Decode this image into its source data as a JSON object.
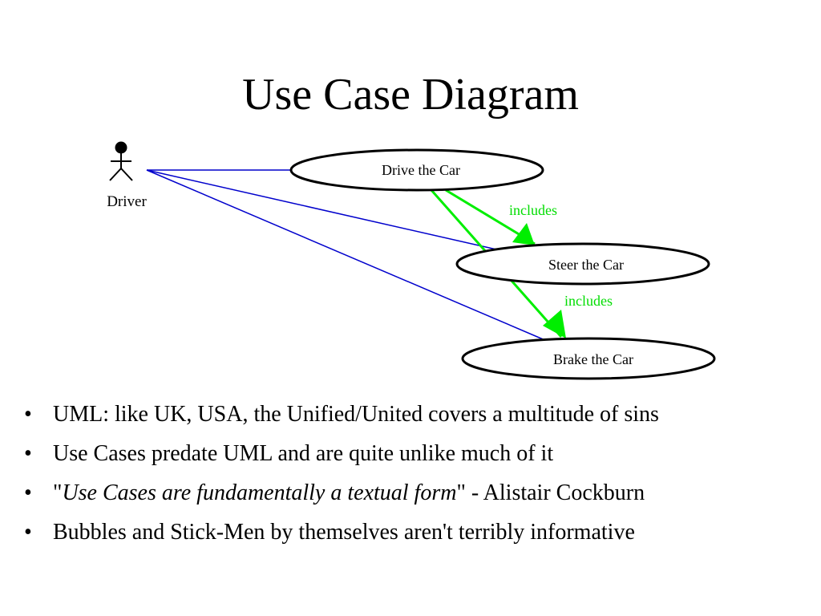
{
  "title": "Use Case Diagram",
  "diagram": {
    "actor": {
      "label": "Driver"
    },
    "use_cases": [
      {
        "id": "drive",
        "label": "Drive the Car"
      },
      {
        "id": "steer",
        "label": "Steer the Car"
      },
      {
        "id": "brake",
        "label": "Brake the Car"
      }
    ],
    "relations": [
      {
        "from": "drive",
        "to": "steer",
        "label": "includes"
      },
      {
        "from": "drive",
        "to": "brake",
        "label": "includes"
      }
    ],
    "colors": {
      "association": "#0000cc",
      "includes": "#00ee00",
      "includes_label": "#00dd00"
    }
  },
  "bullets": {
    "b1": "UML: like UK, USA, the Unified/United covers a multitude of sins",
    "b2": "Use Cases predate UML and are quite unlike much of it",
    "b3_open_quote": "\"",
    "b3_italic": "Use Cases are fundamentally a textual form",
    "b3_rest": "\" - Alistair Cockburn",
    "b4": "Bubbles and Stick-Men by themselves aren't terribly informative",
    "marker": "•"
  }
}
